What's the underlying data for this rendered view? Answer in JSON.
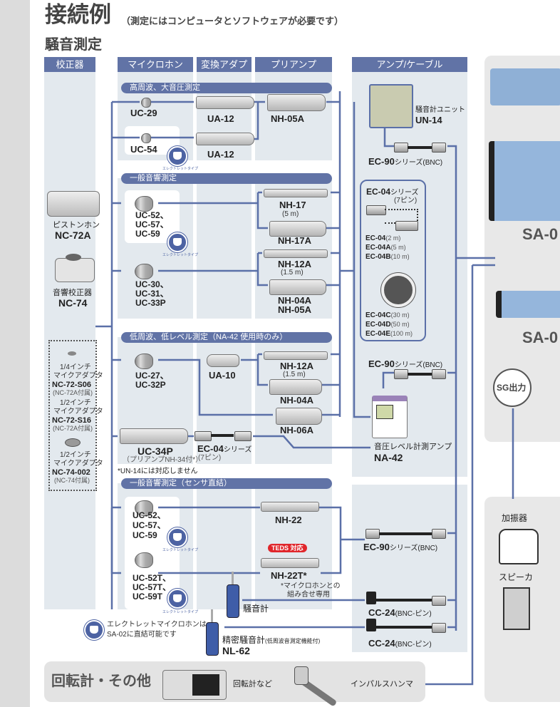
{
  "colors": {
    "header": "#6173a6",
    "line": "#5b70a8",
    "panel": "#e3e9ee",
    "gray_panel": "#e8e8e8",
    "teds": "#e0262b"
  },
  "title": {
    "main": "接続例",
    "note": "（測定にはコンピュータとソフトウェアが必要です）"
  },
  "section": "騒音測定",
  "columns": [
    "校正器",
    "マイクロホン",
    "変換アダプタ",
    "プリアンプ",
    "アンプ/ケーブル"
  ],
  "groups": [
    "高周波、大音圧測定",
    "一般音響測定",
    "低周波、低レベル測定（NA-42 使用時のみ）",
    "一般音響測定（センサ直結）"
  ],
  "electret_badge": "エレクトレットタイプ",
  "calibrators": {
    "pistonphone": {
      "desc": "ピストンホン",
      "model": "NC-72A"
    },
    "acoustic": {
      "desc": "音響校正器",
      "model": "NC-74"
    },
    "adapters": [
      {
        "size": "1/4インチ",
        "desc": "マイクアダプタ",
        "model": "NC-72-S06",
        "note": "(NC-72A付属)"
      },
      {
        "size": "1/2インチ",
        "desc": "マイクアダプタ",
        "model": "NC-72-S16",
        "note": "(NC-72A付属)"
      },
      {
        "size": "1/2インチ",
        "desc": "マイクアダプタ",
        "model": "NC-74-002",
        "note": "(NC-74付属)"
      }
    ]
  },
  "g1": {
    "mic1": "UC-29",
    "mic2": "UC-54",
    "adapter1": "UA-12",
    "adapter2": "UA-12",
    "pre": "NH-05A"
  },
  "g2": {
    "mic_a": [
      "UC-52、",
      "UC-57、",
      "UC-59"
    ],
    "mic_b": [
      "UC-30、",
      "UC-31、",
      "UC-33P"
    ],
    "nh17": "NH-17",
    "nh17_len": "(5 m)",
    "nh17a": "NH-17A",
    "nh12a": "NH-12A",
    "nh12a_len": "(1.5 m)",
    "nh04a": "NH-04A",
    "nh05a": "NH-05A"
  },
  "g3": {
    "mic": [
      "UC-27、",
      "UC-32P"
    ],
    "adapter": "UA-10",
    "nh12a": "NH-12A",
    "nh12a_len": "(1.5 m)",
    "nh04a": "NH-04A",
    "nh06a": "NH-06A",
    "uc34p": "UC-34P",
    "uc34p_note": "（プリアンプNH-34付*）",
    "ec04": "EC-04",
    "ec04_series": "シリーズ",
    "ec04_pin": "(7ピン)",
    "footnote": "*UN-14には対応しません"
  },
  "g4": {
    "mic_a": [
      "UC-52、",
      "UC-57、",
      "UC-59"
    ],
    "mic_b": [
      "UC-52T、",
      "UC-57T、",
      "UC-59T"
    ],
    "nh22": "NH-22",
    "teds": "TEDS 対応",
    "nh22t": "NH-22T*",
    "slm": "騒音計",
    "slm_note": [
      "*マイクロホンとの",
      "組み合せ専用"
    ],
    "nl62_desc": "精密騒音計",
    "nl62_sub": "(低周波音測定機能付)",
    "nl62": "NL-62",
    "electret_note": [
      "エレクトレットマイクロホンは",
      "SA-02に直結可能です"
    ]
  },
  "amp": {
    "un14_desc": "騒音計ユニット",
    "un14": "UN-14",
    "ec90": "EC-90",
    "ec90_suffix": "シリーズ(BNC)",
    "ec04_box": {
      "title": "EC-04",
      "series": "シリーズ",
      "pin": "(7ピン)",
      "short": [
        {
          "model": "EC-04",
          "len": "(2 m)"
        },
        {
          "model": "EC-04A",
          "len": "(5 m)"
        },
        {
          "model": "EC-04B",
          "len": "(10 m)"
        }
      ],
      "reel": [
        {
          "model": "EC-04C",
          "len": "(30 m)"
        },
        {
          "model": "EC-04D",
          "len": "(50 m)"
        },
        {
          "model": "EC-04E",
          "len": "(100 m)"
        }
      ]
    },
    "na42_desc": "音圧レベル計測アンプ",
    "na42": "NA-42",
    "cc24": "CC-24",
    "cc24_suffix": "(BNC-ピン)"
  },
  "sa": {
    "label1": "SA-0",
    "label2": "SA-0",
    "sg": "SG出力"
  },
  "output": {
    "shaker": "加振器",
    "speaker": "スピーカ"
  },
  "other": {
    "title": "回転計・その他",
    "tach": "回転計など",
    "hammer": "インパルスハンマ"
  }
}
